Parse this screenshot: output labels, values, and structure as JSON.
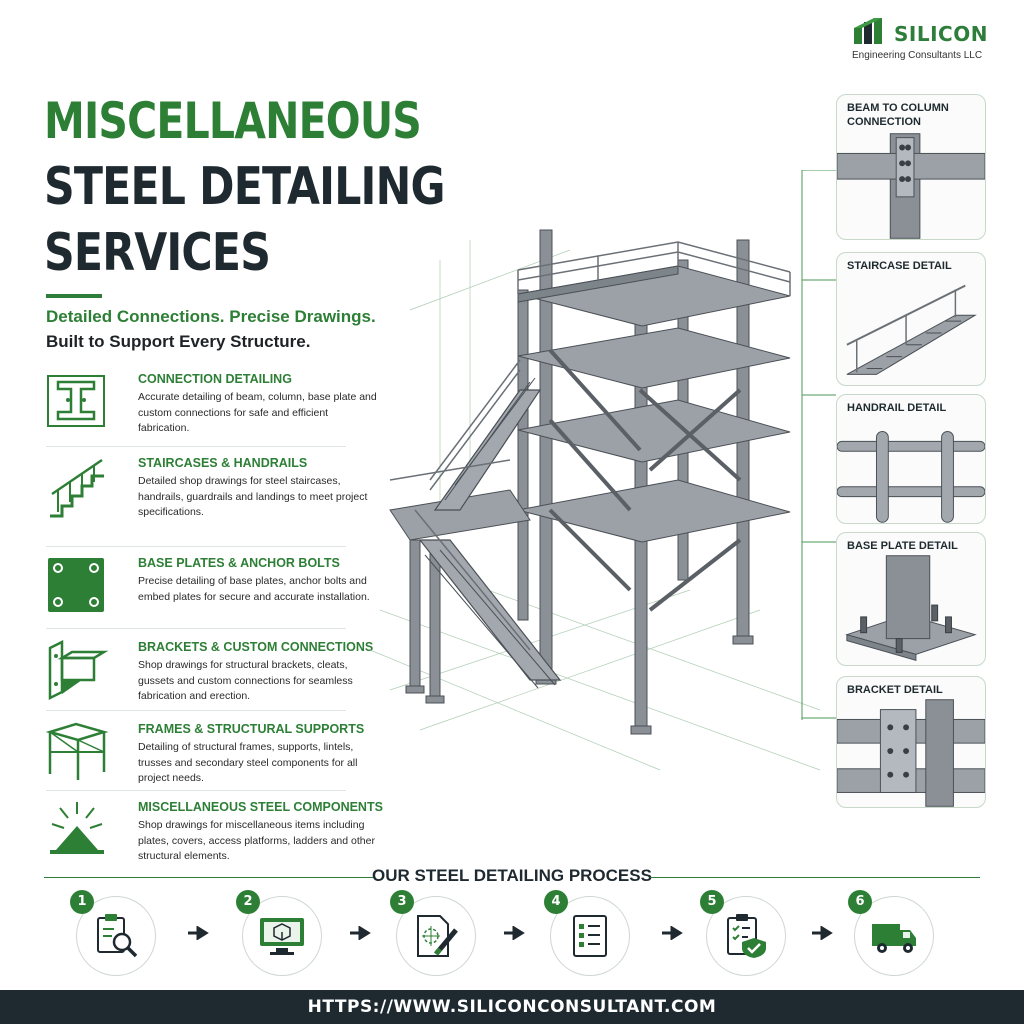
{
  "brand": {
    "name": "SILICON",
    "subtitle": "Engineering Consultants LLC"
  },
  "hero": {
    "line1": "MISCELLANEOUS",
    "line2": "STEEL DETAILING",
    "line3": "SERVICES",
    "tagline1": "Detailed Connections. Precise Drawings.",
    "tagline2": "Built to Support Every Structure."
  },
  "services": [
    {
      "icon": "i-beam-icon",
      "title": "CONNECTION DETAILING",
      "description": "Accurate detailing of beam, column, base plate and custom connections for safe and efficient fabrication."
    },
    {
      "icon": "staircase-icon",
      "title": "STAIRCASES & HANDRAILS",
      "description": "Detailed shop drawings for steel staircases, handrails, guardrails and landings to meet project specifications."
    },
    {
      "icon": "base-plate-icon",
      "title": "BASE PLATES & ANCHOR BOLTS",
      "description": "Precise detailing of base plates, anchor bolts and embed plates for secure and accurate installation."
    },
    {
      "icon": "bracket-icon",
      "title": "BRACKETS & CUSTOM CONNECTIONS",
      "description": "Shop drawings for structural brackets, cleats, gussets and custom connections for seamless fabrication and erection."
    },
    {
      "icon": "frame-icon",
      "title": "FRAMES & STRUCTURAL SUPPORTS",
      "description": "Detailing of structural frames, supports, lintels, trusses and secondary steel components for all project needs."
    },
    {
      "icon": "components-icon",
      "title": "MISCELLANEOUS STEEL COMPONENTS",
      "description": "Shop drawings for miscellaneous items including plates, covers, access platforms, ladders and other structural elements."
    }
  ],
  "details": [
    {
      "label": "BEAM TO COLUMN CONNECTION"
    },
    {
      "label": "STAIRCASE DETAIL"
    },
    {
      "label": "HANDRAIL DETAIL"
    },
    {
      "label": "BASE PLATE DETAIL"
    },
    {
      "label": "BRACKET DETAIL"
    }
  ],
  "process": {
    "title": "OUR STEEL DETAILING PROCESS",
    "steps": [
      {
        "number": "1",
        "icon": "clipboard-search-icon"
      },
      {
        "number": "2",
        "icon": "monitor-model-icon"
      },
      {
        "number": "3",
        "icon": "drawing-pencil-icon"
      },
      {
        "number": "4",
        "icon": "checklist-icon"
      },
      {
        "number": "5",
        "icon": "clipboard-approved-icon"
      },
      {
        "number": "6",
        "icon": "delivery-truck-icon"
      }
    ]
  },
  "footer": {
    "url": "HTTPS://WWW.SILICONCONSULTANT.COM"
  },
  "colors": {
    "brand_green": "#2d7f36",
    "dark": "#1f2a30",
    "steel": "#6b737a"
  }
}
